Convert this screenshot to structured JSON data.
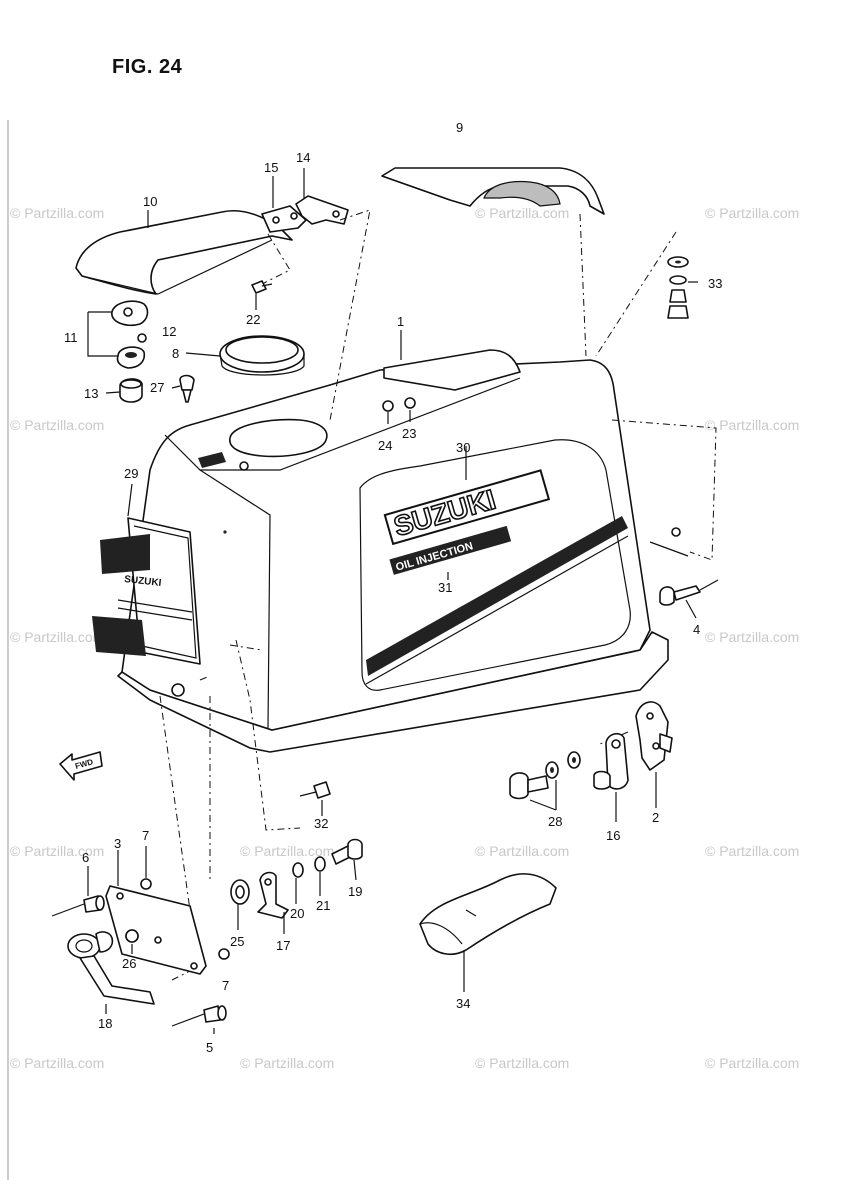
{
  "figure": {
    "title": "FIG. 24",
    "watermark": "© Partzilla.com",
    "brand_text": "SUZUKI",
    "sub_text": "OIL INJECTION",
    "decal_text": "SUZUKI",
    "fwd_text": "FWD"
  },
  "callouts": [
    {
      "id": "c1",
      "text": "1"
    },
    {
      "id": "c2",
      "text": "2"
    },
    {
      "id": "c3",
      "text": "3"
    },
    {
      "id": "c4",
      "text": "4"
    },
    {
      "id": "c5",
      "text": "5"
    },
    {
      "id": "c6",
      "text": "6"
    },
    {
      "id": "c7a",
      "text": "7"
    },
    {
      "id": "c7b",
      "text": "7"
    },
    {
      "id": "c8",
      "text": "8"
    },
    {
      "id": "c9",
      "text": "9"
    },
    {
      "id": "c10",
      "text": "10"
    },
    {
      "id": "c11",
      "text": "11"
    },
    {
      "id": "c12",
      "text": "12"
    },
    {
      "id": "c13",
      "text": "13"
    },
    {
      "id": "c14",
      "text": "14"
    },
    {
      "id": "c15",
      "text": "15"
    },
    {
      "id": "c16",
      "text": "16"
    },
    {
      "id": "c17",
      "text": "17"
    },
    {
      "id": "c18",
      "text": "18"
    },
    {
      "id": "c19",
      "text": "19"
    },
    {
      "id": "c20",
      "text": "20"
    },
    {
      "id": "c21",
      "text": "21"
    },
    {
      "id": "c22",
      "text": "22"
    },
    {
      "id": "c23",
      "text": "23"
    },
    {
      "id": "c24",
      "text": "24"
    },
    {
      "id": "c25",
      "text": "25"
    },
    {
      "id": "c26",
      "text": "26"
    },
    {
      "id": "c27",
      "text": "27"
    },
    {
      "id": "c28",
      "text": "28"
    },
    {
      "id": "c29",
      "text": "29"
    },
    {
      "id": "c30",
      "text": "30"
    },
    {
      "id": "c31",
      "text": "31"
    },
    {
      "id": "c32",
      "text": "32"
    },
    {
      "id": "c33",
      "text": "33"
    },
    {
      "id": "c34",
      "text": "34"
    }
  ]
}
